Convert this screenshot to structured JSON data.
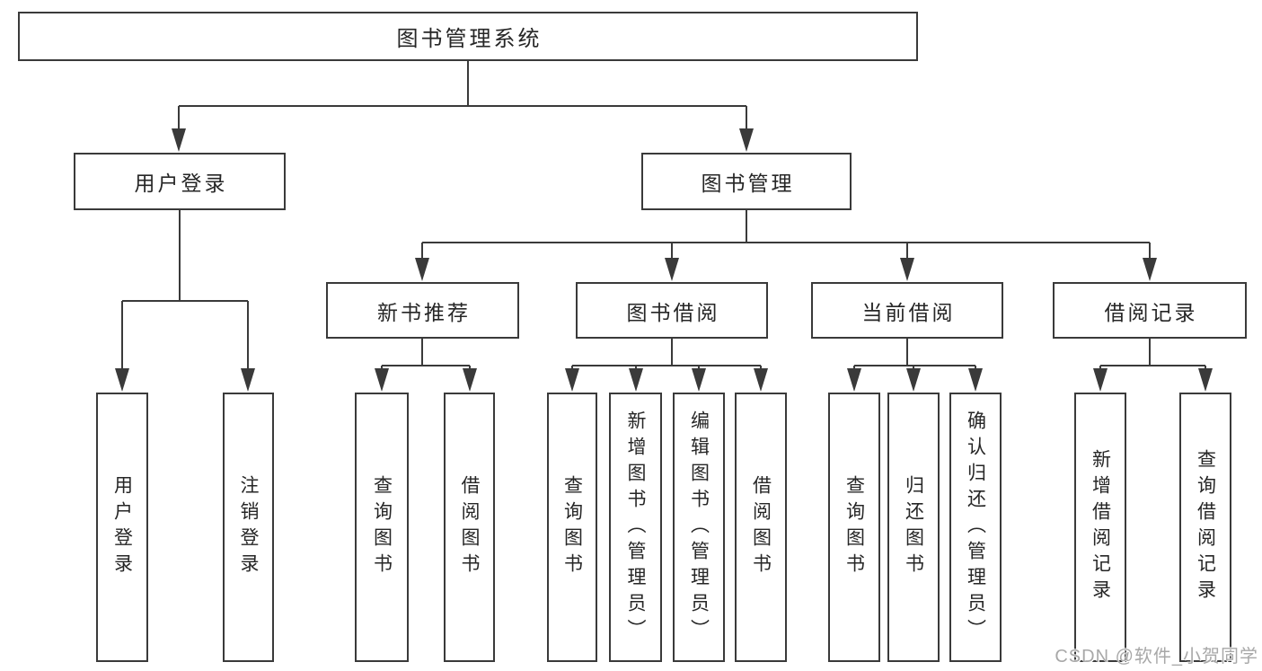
{
  "tree": {
    "root": "图书管理系统",
    "children": [
      {
        "label": "用户登录",
        "children": [
          "用户登录",
          "注销登录"
        ]
      },
      {
        "label": "图书管理",
        "children": [
          {
            "label": "新书推荐",
            "children": [
              "查询图书",
              "借阅图书"
            ]
          },
          {
            "label": "图书借阅",
            "children": [
              "查询图书",
              "新增图书（管理员）",
              "编辑图书（管理员）",
              "借阅图书"
            ]
          },
          {
            "label": "当前借阅",
            "children": [
              "查询图书",
              "归还图书",
              "确认归还（管理员）"
            ]
          },
          {
            "label": "借阅记录",
            "children": [
              "新增借阅记录",
              "查询借阅记录"
            ]
          }
        ]
      }
    ]
  },
  "watermark": "CSDN @软件_小贺同学",
  "colors": {
    "line": "#3a3a3a",
    "text": "#262626",
    "watermark": "#a8a8a8",
    "background": "#ffffff"
  }
}
